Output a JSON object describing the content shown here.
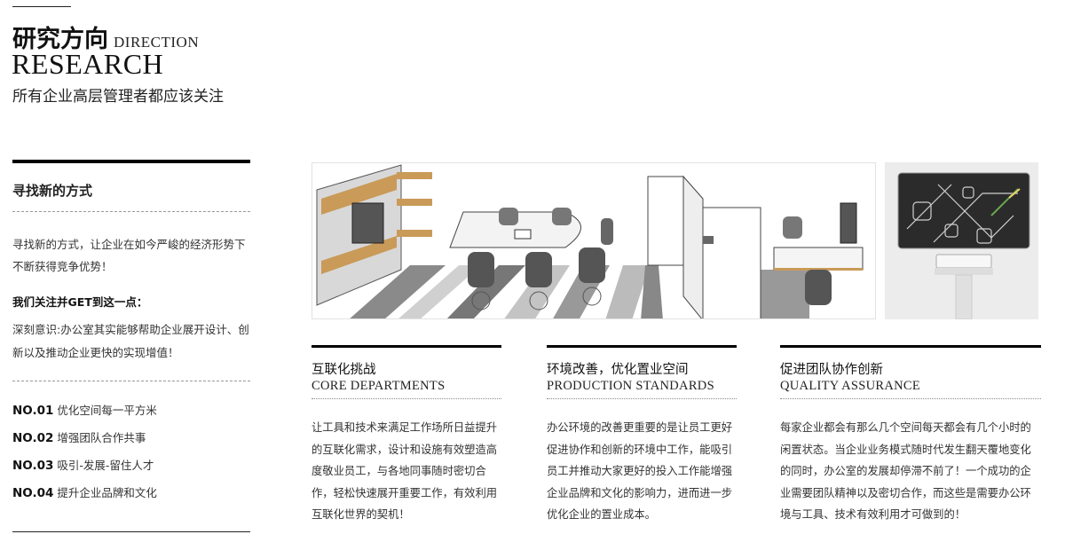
{
  "header": {
    "title_cn": "研究方向",
    "title_en_small": "DIRECTION",
    "title_en_big": "RESEARCH",
    "subtitle": "所有企业高层管理者都应该关注"
  },
  "left": {
    "heading": "寻找新的方式",
    "paragraph": "寻找新的方式，让企业在如今严峻的经济形势下不断获得竞争优势！",
    "bold_line": "我们关注并GET到这一点：",
    "paragraph2": "深刻意识:办公室其实能够帮助企业展开设计、创新以及推动企业更快的实现增值！",
    "items": [
      {
        "num": "NO.01",
        "text": "优化空间每一平方米"
      },
      {
        "num": "NO.02",
        "text": "增强团队合作共事"
      },
      {
        "num": "NO.03",
        "text": "吸引-发展-留住人才"
      },
      {
        "num": "NO.04",
        "text": "提升企业品牌和文化"
      }
    ]
  },
  "images": {
    "main": "office-layout-sketch",
    "side": "interactive-display-stand"
  },
  "columns": [
    {
      "title_cn": "互联化挑战",
      "title_en": "CORE DEPARTMENTS",
      "body": "让工具和技术来满足工作场所日益提升的互联化需求，设计和设施有效塑造高度敬业员工，与各地同事随时密切合作，轻松快速展开重要工作，有效利用互联化世界的契机！"
    },
    {
      "title_cn": "环境改善，优化置业空间",
      "title_en": "PRODUCTION STANDARDS",
      "body": "办公环境的改善更重要的是让员工更好促进协作和创新的环境中工作，能吸引员工并推动大家更好的投入工作能增强企业品牌和文化的影响力，进而进一步优化企业的置业成本。"
    },
    {
      "title_cn": "促进团队协作创新",
      "title_en": "QUALITY ASSURANCE",
      "body": "每家企业都会有那么几个空间每天都会有几个小时的闲置状态。当企业业务模式随时代发生翻天覆地变化的同时，办公室的发展却停滞不前了！一个成功的企业需要团队精神以及密切合作，而这些是需要办公环境与工具、技术有效利用才可做到的！"
    }
  ]
}
